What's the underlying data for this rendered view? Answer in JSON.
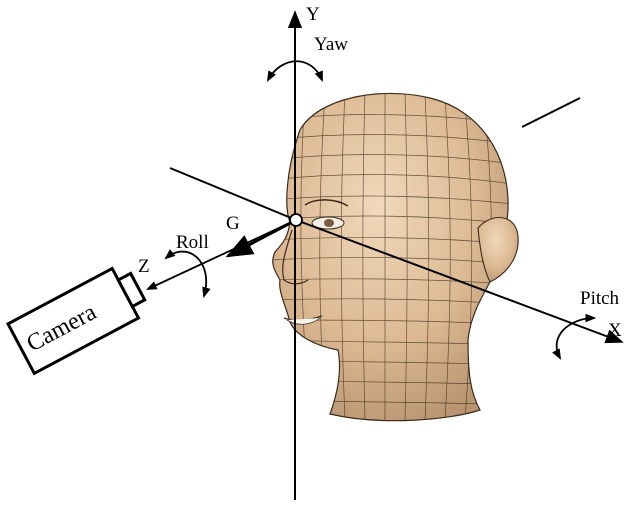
{
  "labels": {
    "y_axis": "Y",
    "yaw": "Yaw",
    "g": "G",
    "roll": "Roll",
    "z_axis": "Z",
    "pitch": "Pitch",
    "x_axis": "X",
    "camera": "Camera"
  },
  "colors": {
    "stroke": "#000000",
    "skin": "#dcb993",
    "skin_shadow": "#b89470",
    "mesh": "#3b2b1c"
  },
  "icons": [
    "head-mesh-icon",
    "camera-icon",
    "rotation-arrow-icon"
  ]
}
